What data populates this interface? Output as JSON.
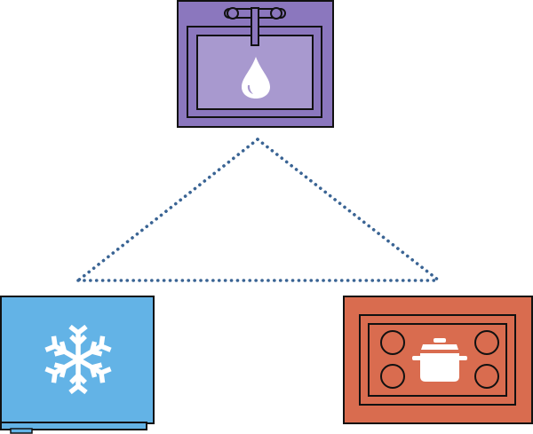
{
  "diagram": {
    "kind": "kitchen-work-triangle",
    "stations": [
      {
        "id": "sink",
        "icon": "water-drop-icon",
        "fixture": "faucet-icon",
        "color": "#A899CF",
        "frame_color": "#8B77BE"
      },
      {
        "id": "refrigerator",
        "icon": "snowflake-icon",
        "color": "#63B3E6"
      },
      {
        "id": "stove",
        "icon": "cooking-pot-icon",
        "color": "#D96C4F"
      }
    ],
    "connector": {
      "style": "dotted",
      "color": "#3A6494"
    },
    "outline_color": "#111111",
    "icon_color": "#FFFFFF"
  }
}
